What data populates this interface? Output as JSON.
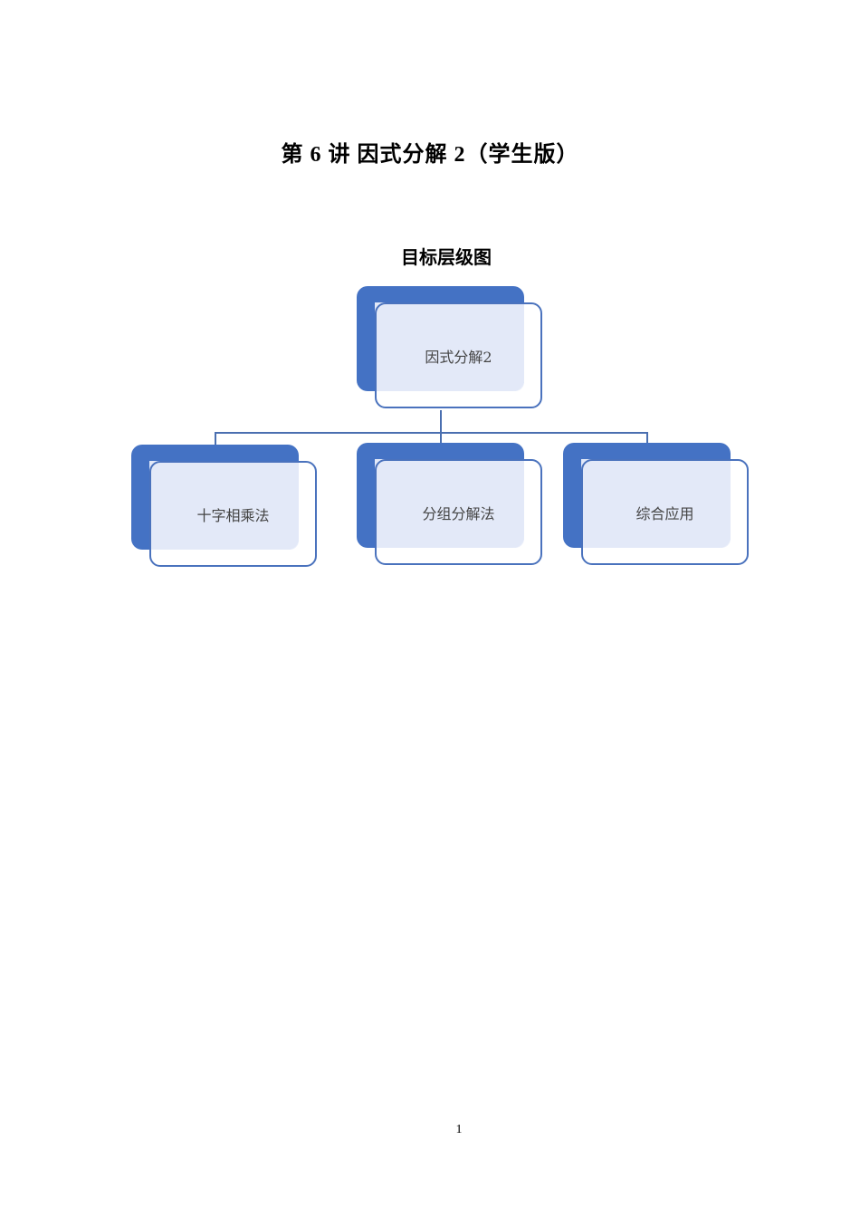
{
  "document": {
    "title": "第 6 讲  因式分解 2（学生版）",
    "section_heading": "目标层级图",
    "page_number": "1"
  },
  "diagram": {
    "type": "hierarchy",
    "colors": {
      "box_back": "#4472c4",
      "box_front_fill": "#eaeefa",
      "box_border": "#4a72bd",
      "connector": "#4a6fb0",
      "label_text": "#444444"
    },
    "root": {
      "label": "因式分解2"
    },
    "children": [
      {
        "label": "十字相乘法"
      },
      {
        "label": "分组分解法"
      },
      {
        "label": "综合应用"
      }
    ]
  }
}
